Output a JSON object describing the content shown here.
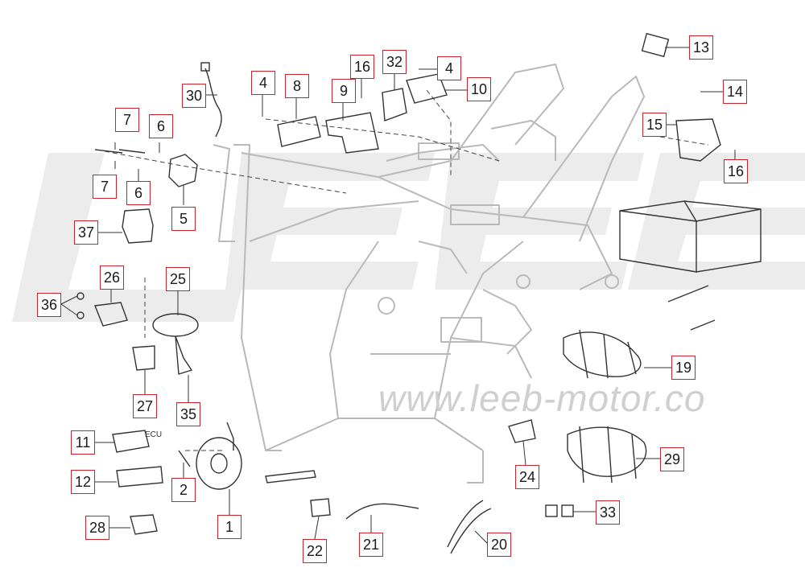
{
  "diagram": {
    "watermark_url": "www.leeb-motor.co",
    "watermark_logo": "LEEB",
    "callouts": [
      {
        "key": "c1",
        "label": "1"
      },
      {
        "key": "c2",
        "label": "2"
      },
      {
        "key": "c4a",
        "label": "4"
      },
      {
        "key": "c4b",
        "label": "4"
      },
      {
        "key": "c5",
        "label": "5"
      },
      {
        "key": "c6a",
        "label": "6"
      },
      {
        "key": "c6b",
        "label": "6"
      },
      {
        "key": "c7a",
        "label": "7"
      },
      {
        "key": "c7b",
        "label": "7"
      },
      {
        "key": "c8",
        "label": "8"
      },
      {
        "key": "c9",
        "label": "9"
      },
      {
        "key": "c10",
        "label": "10"
      },
      {
        "key": "c11",
        "label": "11"
      },
      {
        "key": "c12",
        "label": "12"
      },
      {
        "key": "c13",
        "label": "13"
      },
      {
        "key": "c14",
        "label": "14"
      },
      {
        "key": "c15",
        "label": "15"
      },
      {
        "key": "c16a",
        "label": "16"
      },
      {
        "key": "c16b",
        "label": "16"
      },
      {
        "key": "c19",
        "label": "19"
      },
      {
        "key": "c20",
        "label": "20"
      },
      {
        "key": "c21",
        "label": "21"
      },
      {
        "key": "c22",
        "label": "22"
      },
      {
        "key": "c24",
        "label": "24"
      },
      {
        "key": "c25",
        "label": "25"
      },
      {
        "key": "c26",
        "label": "26"
      },
      {
        "key": "c27",
        "label": "27"
      },
      {
        "key": "c28",
        "label": "28"
      },
      {
        "key": "c29",
        "label": "29"
      },
      {
        "key": "c30",
        "label": "30"
      },
      {
        "key": "c32",
        "label": "32"
      },
      {
        "key": "c33",
        "label": "33"
      },
      {
        "key": "c35",
        "label": "35"
      },
      {
        "key": "c36",
        "label": "36"
      },
      {
        "key": "c37",
        "label": "37"
      }
    ],
    "ecu_text": "ECU",
    "colors": {
      "callout_border": "#c9242b",
      "frame_line": "#b9b9b9",
      "part_line": "#333333",
      "watermark": "#e9e9e9"
    }
  }
}
